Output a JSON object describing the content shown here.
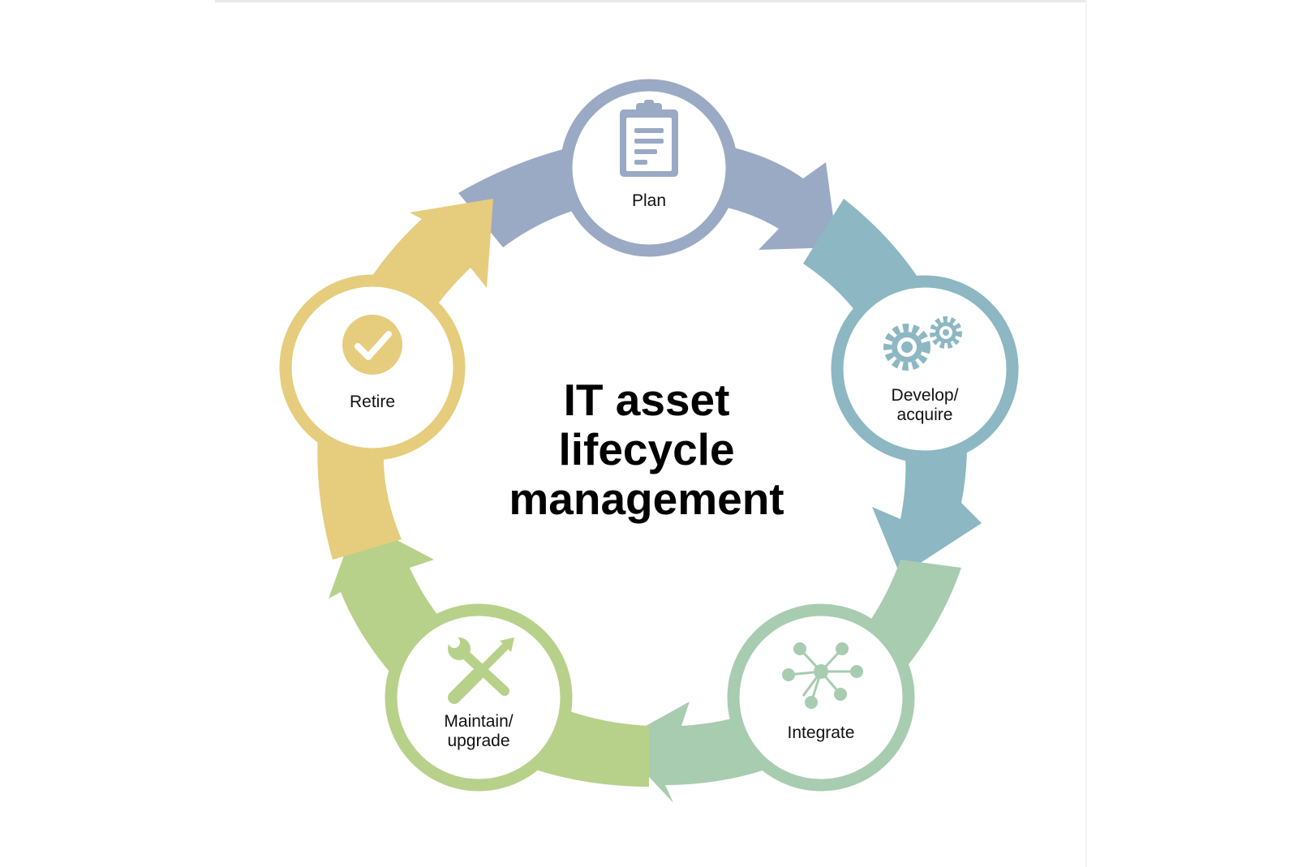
{
  "title_lines": [
    "IT asset",
    "lifecycle",
    "management"
  ],
  "stages": [
    {
      "label_lines": [
        "Plan"
      ],
      "icon": "clipboard-icon",
      "color": "#9aaac4"
    },
    {
      "label_lines": [
        "Develop/",
        "acquire"
      ],
      "icon": "gears-icon",
      "color": "#8cb7c3"
    },
    {
      "label_lines": [
        "Integrate"
      ],
      "icon": "network-icon",
      "color": "#a8ccb0"
    },
    {
      "label_lines": [
        "Maintain/",
        "upgrade"
      ],
      "icon": "wrench-screwdriver-icon",
      "color": "#b7d18a"
    },
    {
      "label_lines": [
        "Retire"
      ],
      "icon": "checkmark-icon",
      "color": "#e5cd7d"
    }
  ]
}
